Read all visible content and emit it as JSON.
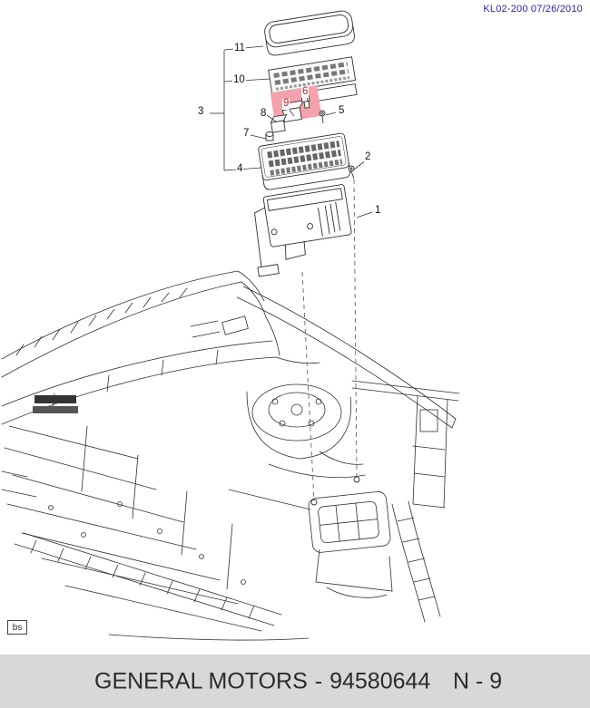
{
  "header": {
    "doc_code": "KL02-200 07/26/2010",
    "color": "#2323b8"
  },
  "diagram": {
    "callouts": {
      "n1": "1",
      "n2": "2",
      "n3": "3",
      "n4": "4",
      "n5": "5",
      "n6": "6",
      "n7": "7",
      "n8": "8",
      "n9": "9",
      "n10": "10",
      "n11": "11"
    },
    "highlighted_callouts": [
      "6",
      "9"
    ],
    "highlight_fill": "#f4a3ac",
    "highlight_text_color": "#b22525",
    "line_color": "#2f2f2f"
  },
  "footer": {
    "marker": "bs",
    "brand": "GENERAL MOTORS",
    "separator": "-",
    "part_number": "94580644",
    "page_ref": "N - 9",
    "bar_color": "#d8d8d8"
  }
}
